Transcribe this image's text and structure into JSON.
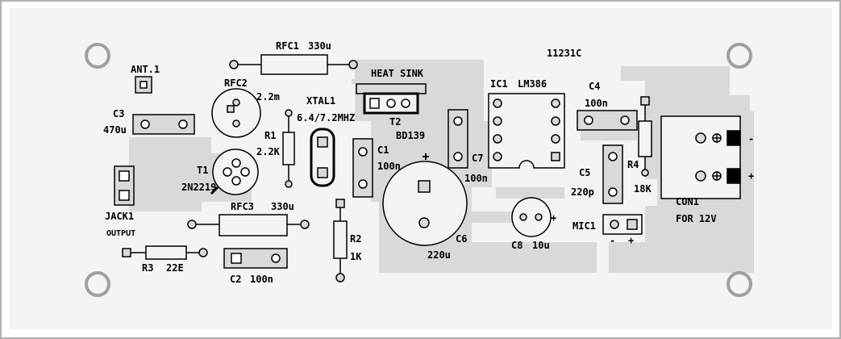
{
  "board_code": "11231C",
  "colors": {
    "board_bg": "#ffffff",
    "copper": "#d9d9d9",
    "outline": "#000000",
    "frame": "#b0b0b0"
  },
  "labels": {
    "ant1": "ANT.1",
    "rfc1": "RFC1",
    "rfc1_val": "330u",
    "heat_sink": "HEAT SINK",
    "ic1": "IC1",
    "ic1_val": "LM386",
    "c4": "C4",
    "c4_val": "100n",
    "rfc2": "RFC2",
    "rfc2_val": "2.2m",
    "xtal1": "XTAL1",
    "xtal1_val": "6.4/7.2MHZ",
    "t2": "T2",
    "t2_val": "BD139",
    "c3": "C3",
    "c3_val": "470u",
    "r1": "R1",
    "r1_val": "2.2K",
    "c1": "C1",
    "c1_val": "100n",
    "c7": "C7",
    "c7_val": "100n",
    "t1": "T1",
    "t1_val": "2N2219",
    "c5": "C5",
    "c5_val": "220p",
    "r4": "R4",
    "r4_val": "18K",
    "con1": "CON1",
    "con1_val": "FOR 12V",
    "jack1": "JACK1",
    "jack1_sub": "OUTPUT",
    "rfc3": "RFC3",
    "rfc3_val": "330u",
    "r2": "R2",
    "r2_val": "1K",
    "c6": "C6",
    "c6_val": "220u",
    "c8": "C8",
    "c8_val": "10u",
    "mic1": "MIC1",
    "r3": "R3",
    "r3_val": "22E",
    "c2": "C2",
    "c2_val": "100n",
    "plus": "+",
    "minus": "-"
  }
}
